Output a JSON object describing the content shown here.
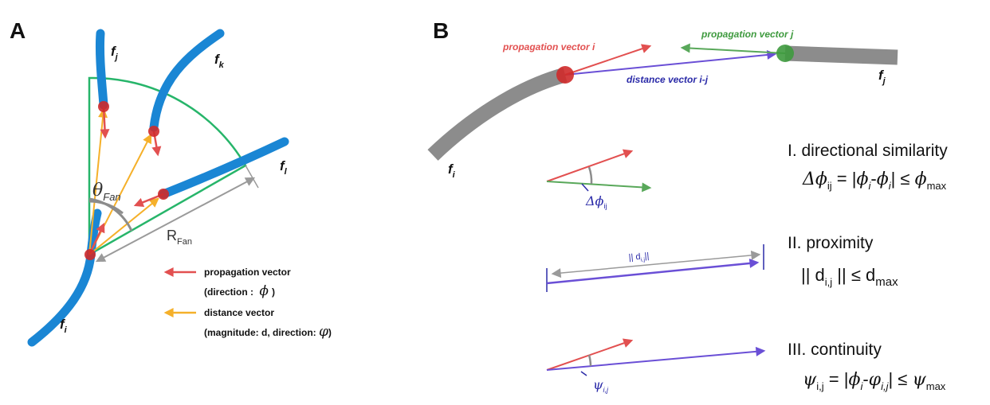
{
  "colors": {
    "fiber_blue": "#1a86d4",
    "fiber_gray": "#8c8c8c",
    "propagation_red": "#e25050",
    "distance_orange": "#f5b02a",
    "distance_purple": "#6a4fd6",
    "green": "#59a85a",
    "fan_green": "#27b56a",
    "node_red": "#cf2a2a",
    "node_green": "#3e9a3e",
    "gray_line": "#9a9a9a",
    "dark_blue": "#2a2aa8",
    "text": "#111111"
  },
  "panel_a": {
    "label": "A",
    "fibers": {
      "fj": {
        "base": "f",
        "sub": "j"
      },
      "fk": {
        "base": "f",
        "sub": "k"
      },
      "fl": {
        "base": "f",
        "sub": "l"
      },
      "fi": {
        "base": "f",
        "sub": "i"
      }
    },
    "theta_fan": {
      "symbol": "θ",
      "sub": "Fan"
    },
    "r_fan": {
      "symbol": "R",
      "sub": "Fan"
    },
    "legend": {
      "propagation_label": "propagation vector",
      "propagation_detail_prefix": "(direction : ",
      "propagation_detail_symbol": "ϕ",
      "propagation_detail_suffix": ")",
      "distance_label": "distance vector",
      "distance_detail_prefix": "(magnitude: d, direction: ",
      "distance_detail_symbol": "φ",
      "distance_detail_suffix": ")"
    }
  },
  "panel_b": {
    "label": "B",
    "propagation_vector_i": "propagation vector i",
    "propagation_vector_j": "propagation vector j",
    "distance_vector_ij": "distance vector i-j",
    "fiber_j": {
      "base": "f",
      "sub": "j"
    },
    "fiber_i": {
      "base": "f",
      "sub": "i"
    },
    "delta_phi": {
      "symbol": "Δϕ",
      "sub": "ij"
    },
    "d_norm": {
      "text": "|| d",
      "sub": "i,j",
      "close": "||"
    },
    "psi": {
      "symbol": "ψ",
      "sub": "i,j"
    },
    "criteria": [
      {
        "title": "I. directional similarity",
        "formula": {
          "p1": "Δϕ",
          "s1": "ij",
          "p2": " = |",
          "p3": "ϕ",
          "s3": "i",
          "p4": "-",
          "p5": "ϕ",
          "s5": "i",
          "p6": "| ≤ ",
          "p7": "ϕ",
          "s7": "max"
        }
      },
      {
        "title": "II. proximity",
        "formula": {
          "p1": "|| d",
          "s1": "i,j",
          "p2": " || ≤ d",
          "s2": "max"
        }
      },
      {
        "title": "III. continuity",
        "formula": {
          "p1": "ψ",
          "s1": "i,j",
          "p2": " = |",
          "p3": "ϕ",
          "s3": "i",
          "p4": "-",
          "p5": "φ",
          "s5": "i,j",
          "p6": "| ≤ ",
          "p7": "ψ",
          "s7": "max"
        }
      }
    ]
  }
}
